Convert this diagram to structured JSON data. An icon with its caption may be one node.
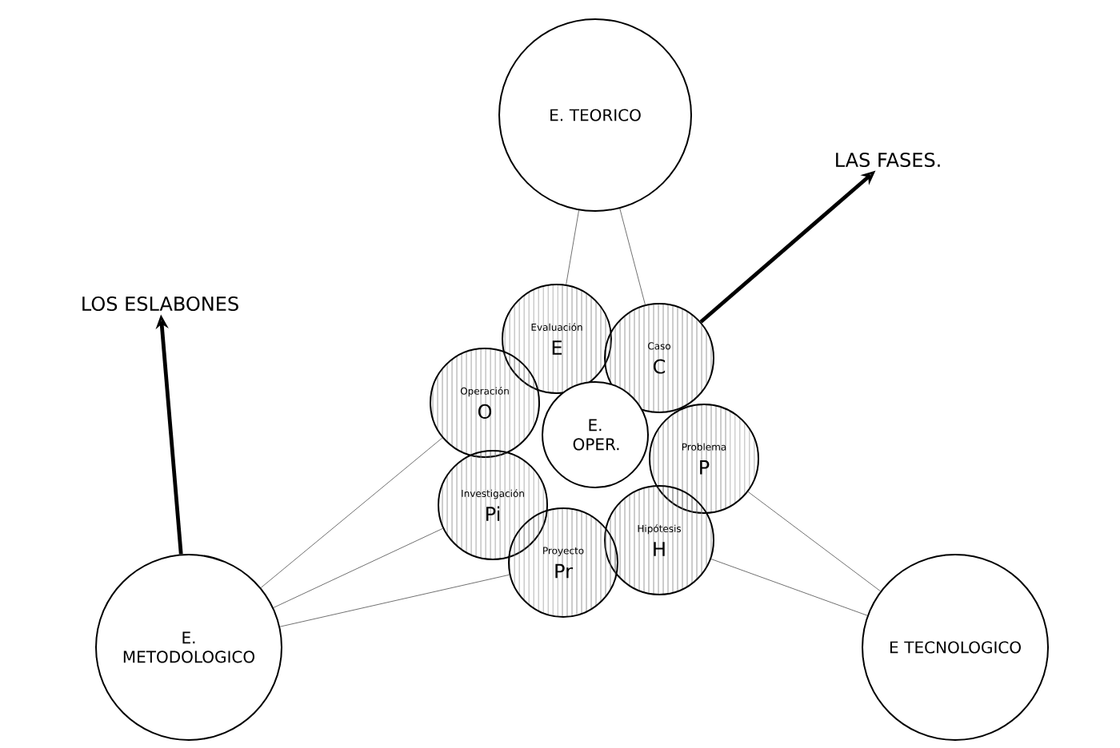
{
  "diagram": {
    "nodes": [
      {
        "text": [
          "E. TEORICO"
        ]
      },
      {
        "text": [
          "LAS FASES."
        ]
      },
      {
        "text": [
          "LOS ESLABONES"
        ]
      },
      {
        "text": [
          "Evaluación",
          "E"
        ]
      },
      {
        "text": [
          "Caso",
          "C"
        ]
      },
      {
        "text": [
          "Operación",
          "O"
        ]
      },
      {
        "text": [
          "E. OPER."
        ]
      },
      {
        "text": [
          "Problema",
          "P"
        ]
      },
      {
        "text": [
          "Investigación",
          "Pi"
        ]
      },
      {
        "text": [
          "Hipótesis",
          "H"
        ]
      },
      {
        "text": [
          "Proyecto",
          "Pr"
        ]
      },
      {
        "text": [
          "E. METODOLOGICO"
        ]
      },
      {
        "text": [
          "E TECNOLOGICO"
        ]
      }
    ],
    "edges": [
      {
        "from": 4,
        "to": 1,
        "arrow": "to",
        "style": "thick"
      },
      {
        "from": 11,
        "to": 2,
        "arrow": "to",
        "style": "thick"
      },
      {
        "from": 0,
        "to": 3,
        "arrow": "none"
      },
      {
        "from": 0,
        "to": 4,
        "arrow": "none"
      },
      {
        "from": 11,
        "to": 5,
        "arrow": "none"
      },
      {
        "from": 11,
        "to": 8,
        "arrow": "none"
      },
      {
        "from": 11,
        "to": 10,
        "arrow": "none"
      },
      {
        "from": 12,
        "to": 7,
        "arrow": "none"
      },
      {
        "from": 12,
        "to": 9,
        "arrow": "none"
      }
    ]
  }
}
